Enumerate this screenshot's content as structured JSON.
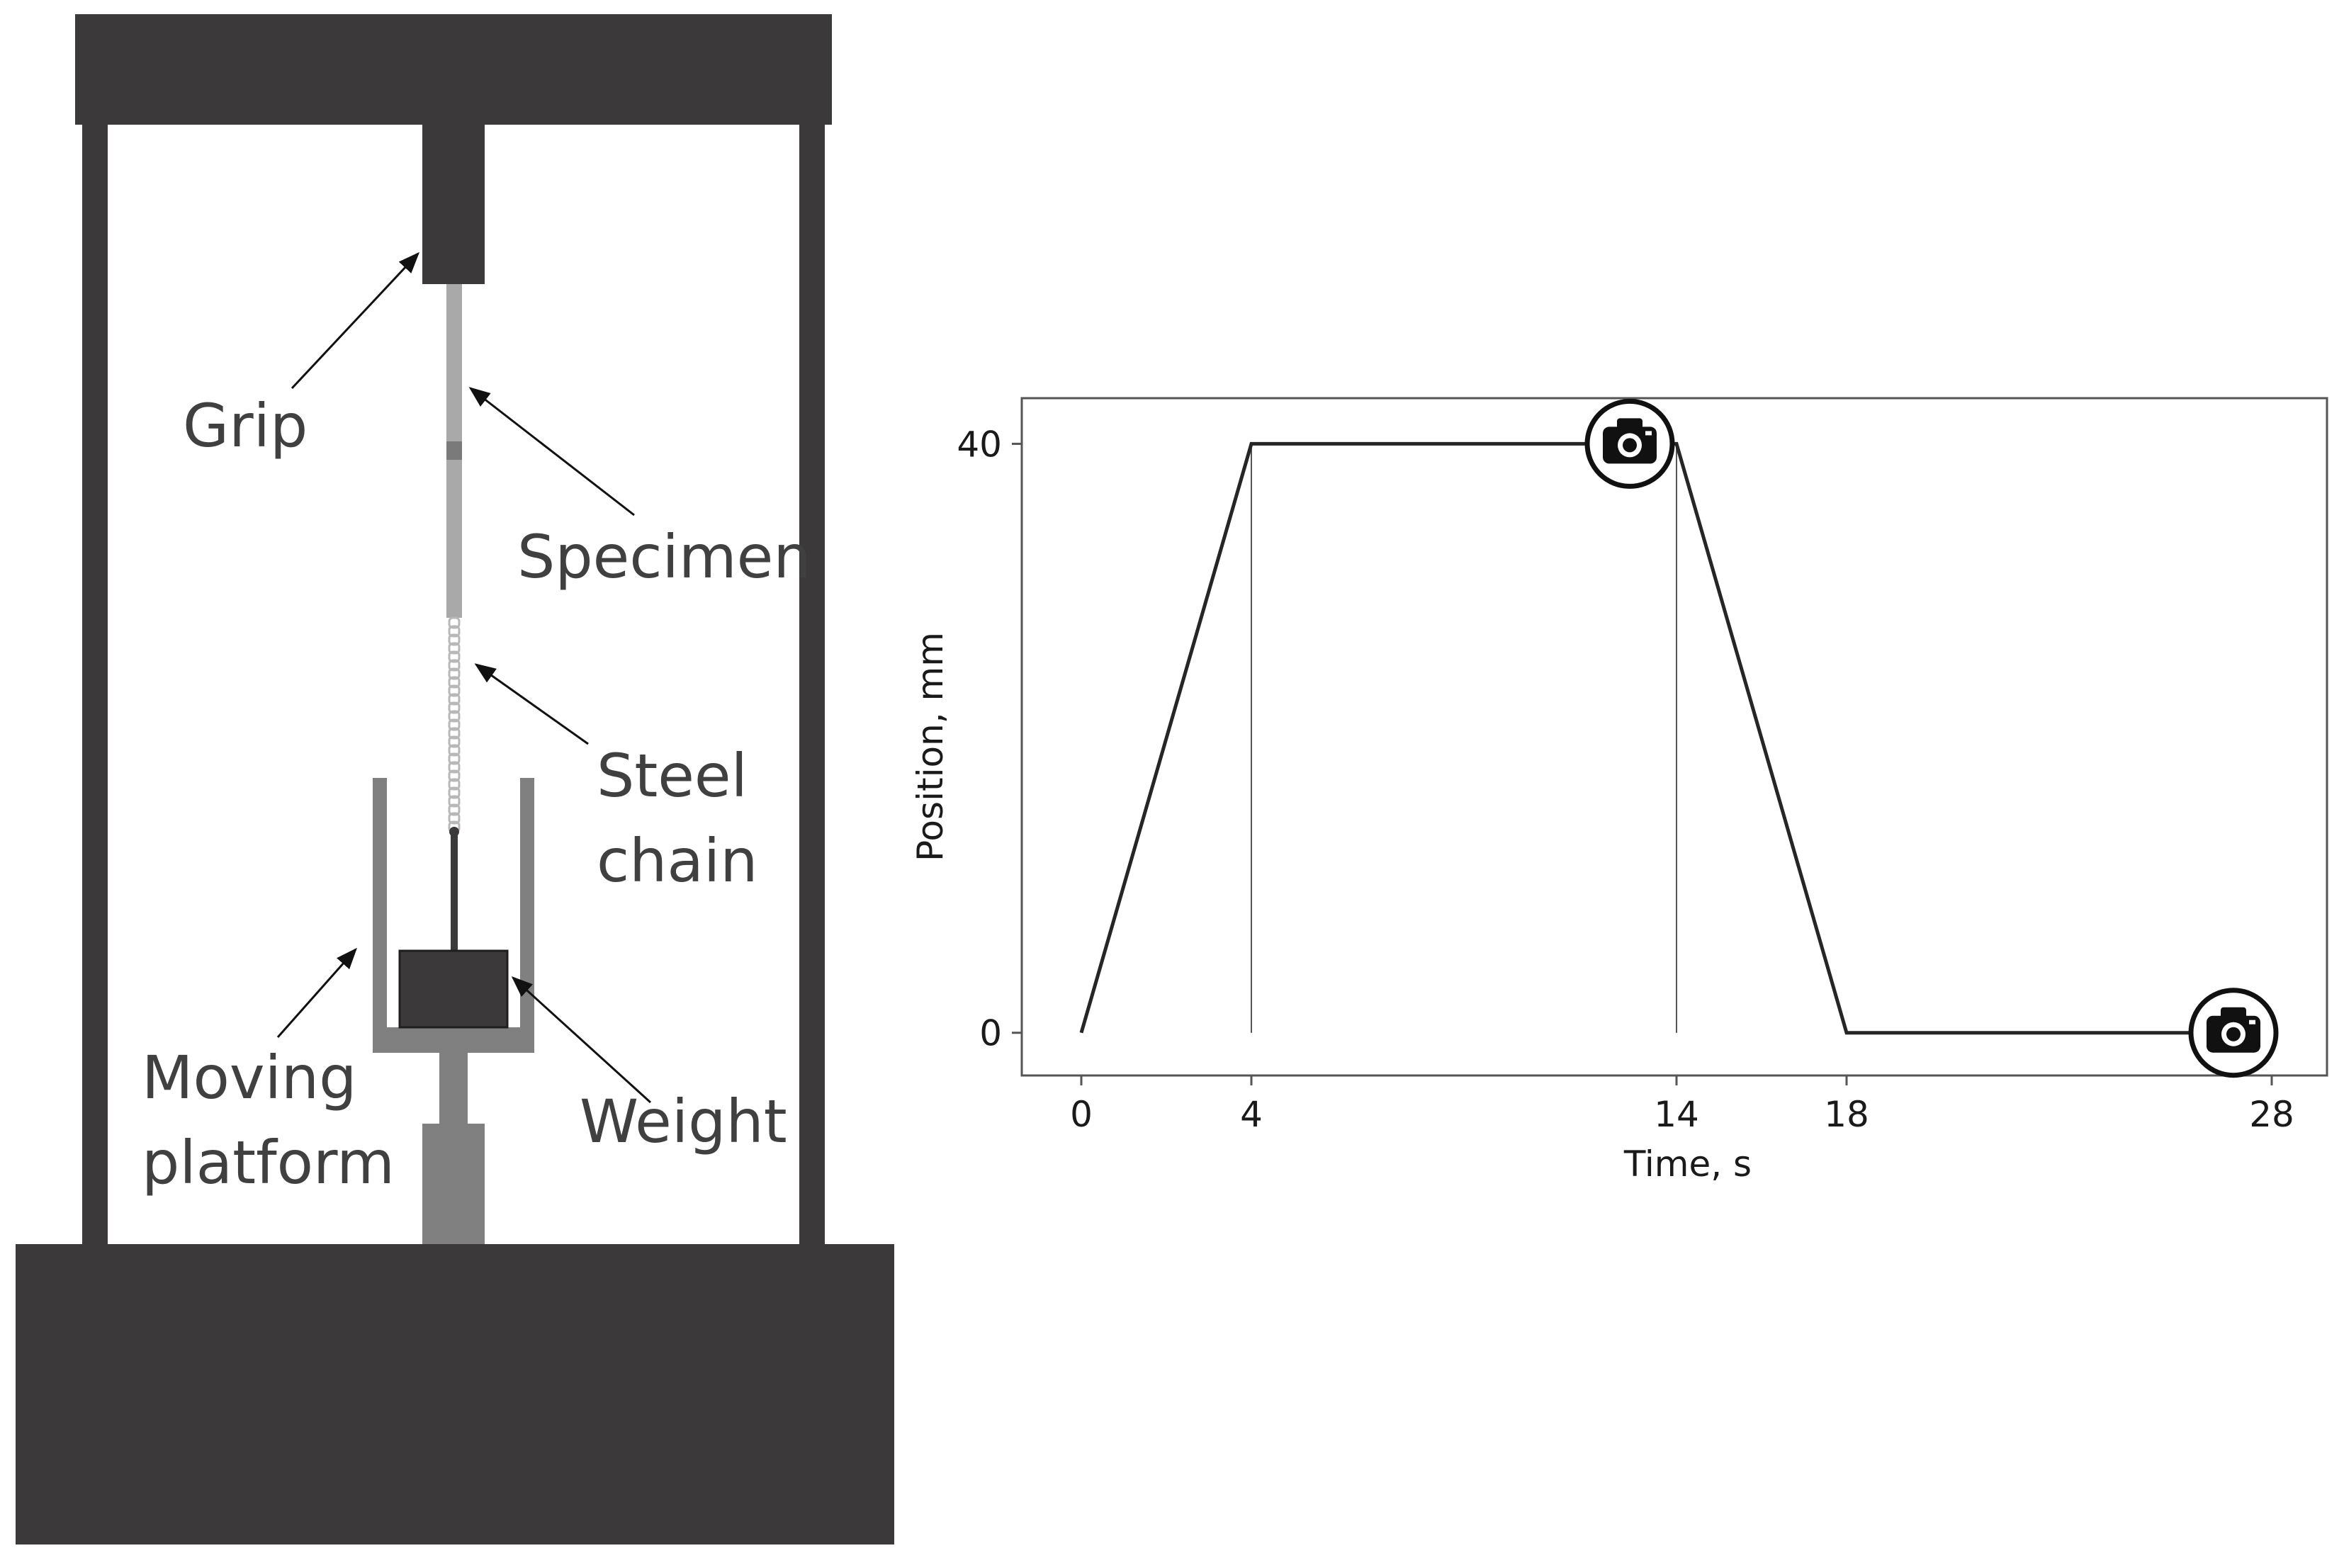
{
  "apparatus": {
    "labels": {
      "grip": "Grip",
      "specimen": "Specimen",
      "steel_chain_line1": "Steel",
      "steel_chain_line2": "chain",
      "moving_platform_line1": "Moving",
      "moving_platform_line2": "platform",
      "weight": "Weight"
    },
    "colors": {
      "frame": "#3b393a",
      "specimen": "#a9a9a9",
      "platform": "#808080",
      "chain": "#b8b8b8",
      "label": "#404040"
    }
  },
  "chart_data": {
    "type": "line",
    "xlabel": "Time, s",
    "ylabel": "Position, mm",
    "x_ticks": [
      0,
      4,
      14,
      18,
      28
    ],
    "y_ticks": [
      0,
      40
    ],
    "xlim": [
      -1.4,
      29.3
    ],
    "ylim": [
      -2.9,
      43.1
    ],
    "series": [
      {
        "x": [
          0,
          4,
          14,
          18,
          28
        ],
        "y": [
          0,
          40,
          40,
          0,
          0
        ]
      }
    ],
    "guide_lines_x": [
      4,
      14
    ],
    "markers": [
      {
        "icon": "camera-icon",
        "x": 12.9,
        "y": 40
      },
      {
        "icon": "camera-icon",
        "x": 27.1,
        "y": 0
      }
    ],
    "grid": false,
    "legend": false
  }
}
